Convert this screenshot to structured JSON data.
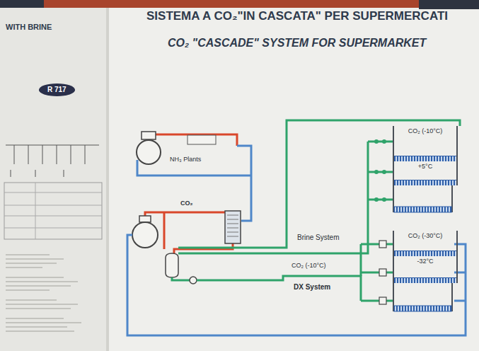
{
  "diagram": {
    "title": "SISTEMA A CO₂\"IN CASCATA\" PER SUPERMERCATI",
    "nodes": [
      {
        "text": [
          "CO₂ (-10°C)"
        ]
      },
      {
        "text": [
          "+5°C"
        ]
      },
      {
        "text": [
          "CO₂ (-30°C)"
        ]
      },
      {
        "text": [
          "-32°C"
        ]
      }
    ],
    "labels": [
      "CO₂ \"CASCADE\" SYSTEM FOR SUPERMARKET",
      "WITH BRINE",
      "R 717",
      "NH₃ Plants",
      "CO₂",
      "Brine System",
      "CO₂ (-10°C)",
      "DX System"
    ]
  }
}
